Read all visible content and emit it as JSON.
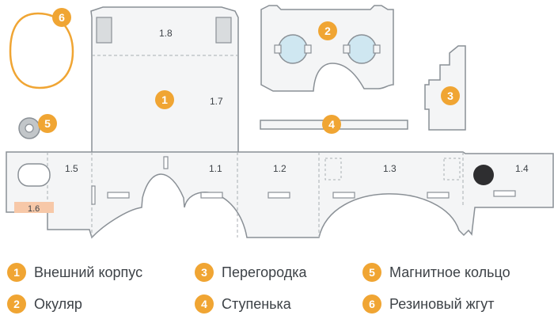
{
  "colors": {
    "accent": "#f0a533",
    "outline": "#8a9096",
    "panel": "#f4f5f6",
    "lens": "#cfe7f1",
    "label_box": "#f7c8a8",
    "text": "#3d4247"
  },
  "parts": {
    "p1": {
      "number": "1"
    },
    "p2": {
      "number": "2"
    },
    "p3": {
      "number": "3"
    },
    "p4": {
      "number": "4"
    },
    "p5": {
      "number": "5"
    },
    "p6": {
      "number": "6"
    }
  },
  "panel_labels": {
    "l1_1": "1.1",
    "l1_2": "1.2",
    "l1_3": "1.3",
    "l1_4": "1.4",
    "l1_5": "1.5",
    "l1_6": "1.6",
    "l1_7": "1.7",
    "l1_8": "1.8"
  },
  "legend": [
    {
      "number": "1",
      "label": "Внешний корпус"
    },
    {
      "number": "2",
      "label": "Окуляр"
    },
    {
      "number": "3",
      "label": "Перегородка"
    },
    {
      "number": "4",
      "label": "Ступенька"
    },
    {
      "number": "5",
      "label": "Магнитное кольцо"
    },
    {
      "number": "6",
      "label": "Резиновый жгут"
    }
  ]
}
